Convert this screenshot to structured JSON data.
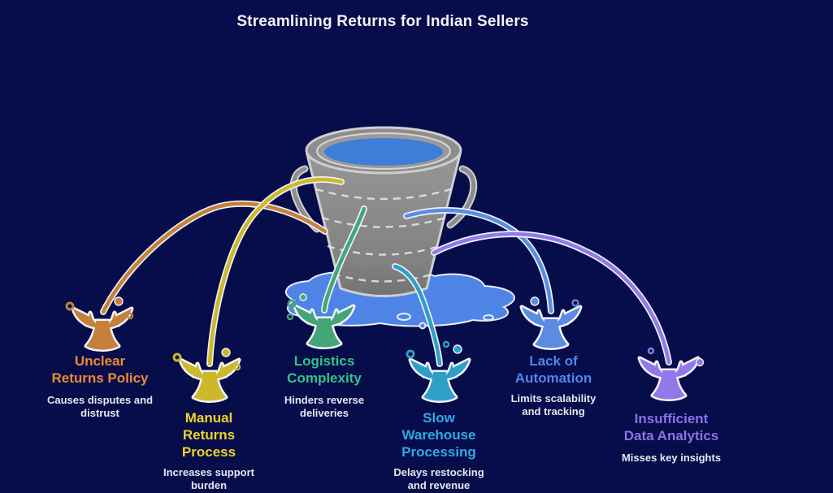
{
  "title": "Streamlining Returns for Indian Sellers",
  "background_color": "#070c4b",
  "bucket": {
    "body_color": "#8d8d8d",
    "outline_color": "#cfcfcf",
    "water_color": "#3e7ed9",
    "puddle_color": "#4e84e6"
  },
  "issues": [
    {
      "heading": "Unclear\nReturns Policy",
      "description": "Causes disputes and\ndistrust",
      "text_color": "#ec8b35",
      "color": "#c5813c"
    },
    {
      "heading": "Manual\nReturns\nProcess",
      "description": "Increases support\nburden",
      "text_color": "#eed425",
      "color": "#ccb929"
    },
    {
      "heading": "Logistics\nComplexity",
      "description": "Hinders reverse\ndeliveries",
      "text_color": "#2fc686",
      "color": "#43a678"
    },
    {
      "heading": "Slow\nWarehouse\nProcessing",
      "description": "Delays restocking\nand revenue",
      "text_color": "#2fabe3",
      "color": "#2f9fc7"
    },
    {
      "heading": "Lack of\nAutomation",
      "description": "Limits scalability\nand tracking",
      "text_color": "#4f86e8",
      "color": "#5b8ce2"
    },
    {
      "heading": "Insufficient\nData Analytics",
      "description": "Misses key insights",
      "text_color": "#8b72e9",
      "color": "#9179ea"
    }
  ]
}
